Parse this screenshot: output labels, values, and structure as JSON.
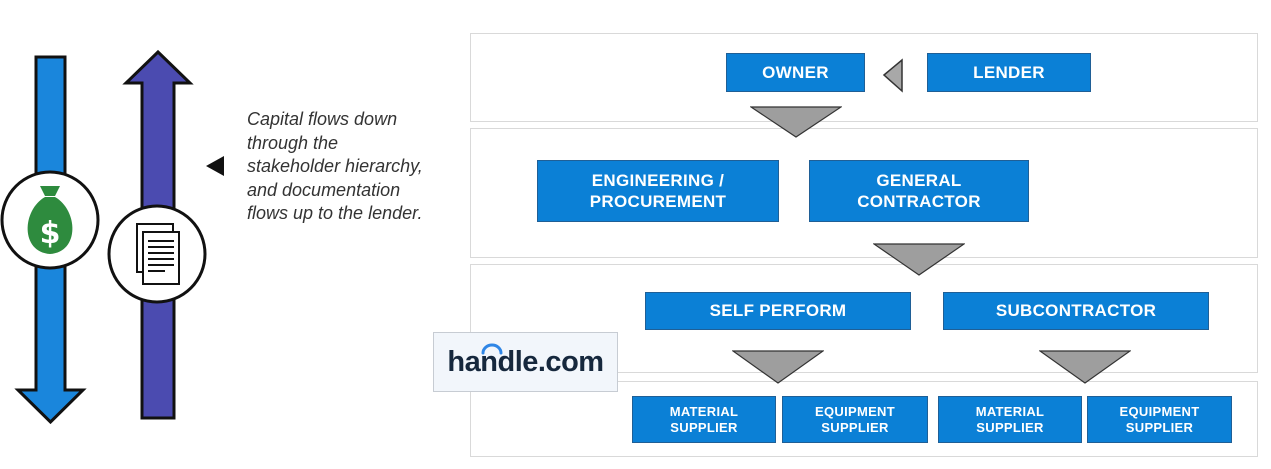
{
  "caption": "Capital flows down\nthrough the\nstakeholder hierarchy,\nand documentation\nflows up to the lender.",
  "logo": {
    "text": "handle.com"
  },
  "tiers": {
    "owner": "OWNER",
    "lender": "LENDER",
    "engineering": "ENGINEERING /\nPROCUREMENT",
    "general_contractor": "GENERAL\nCONTRACTOR",
    "self_perform": "SELF PERFORM",
    "subcontractor": "SUBCONTRACTOR",
    "suppliers": [
      "MATERIAL\nSUPPLIER",
      "EQUIPMENT\nSUPPLIER",
      "MATERIAL\nSUPPLIER",
      "EQUIPMENT\nSUPPLIER"
    ]
  },
  "icons": [
    "money-bag-icon",
    "document-icon"
  ],
  "colors": {
    "box_blue": "#0b80d6",
    "down_arrow": "#1a86dc",
    "up_arrow": "#4b4bb0",
    "triangle_gray": "#9e9e9e",
    "money_green": "#2e8b3e"
  }
}
